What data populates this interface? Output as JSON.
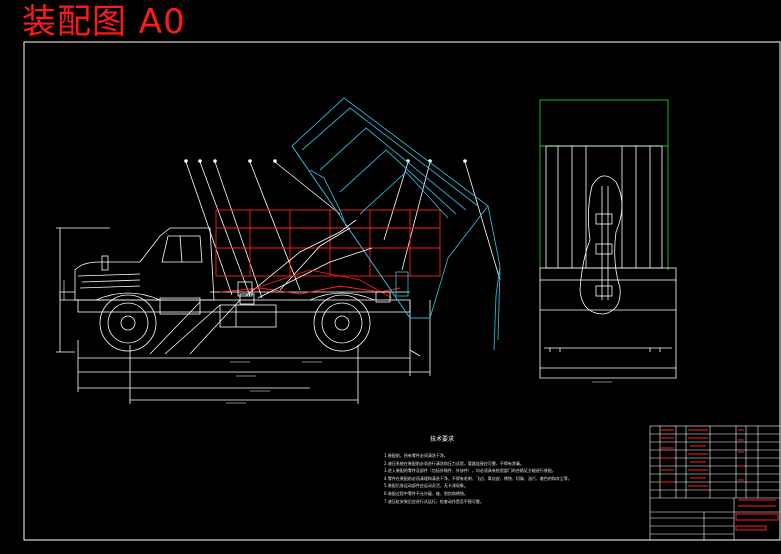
{
  "drawing": {
    "title": "装配图 A0"
  },
  "notes": {
    "title": "技术要求",
    "lines": [
      "1.装配前，所有零件必须清洗干净。",
      "2.液压系统在装配前必须进行清洗和压力试验，管路连接应可靠，不得有渗漏。",
      "3.进入装配的零件及部件（包括外购件、外协件），均必须具有检验部门的合格证方能进行装配。",
      "4.零件在装配前必须清理和清洗干净，不得有毛刺、飞边、氧化皮、锈蚀、切屑、油污、着色剂和灰尘等。",
      "5.装配后各运动部件应运动灵活，无卡滞现象。",
      "6.装配过程中零件不允许磕、碰、划伤和锈蚀。",
      "7.液压缸安装后应进行试运行，检查动作是否平稳可靠。"
    ]
  },
  "colors": {
    "frame": "#ffffff",
    "truck": "#ffffff",
    "body_red": "#ff2020",
    "tipping_cyan": "#2fb0d0",
    "end_view_green": "#20e020",
    "title_red": "#ff1a1a"
  }
}
